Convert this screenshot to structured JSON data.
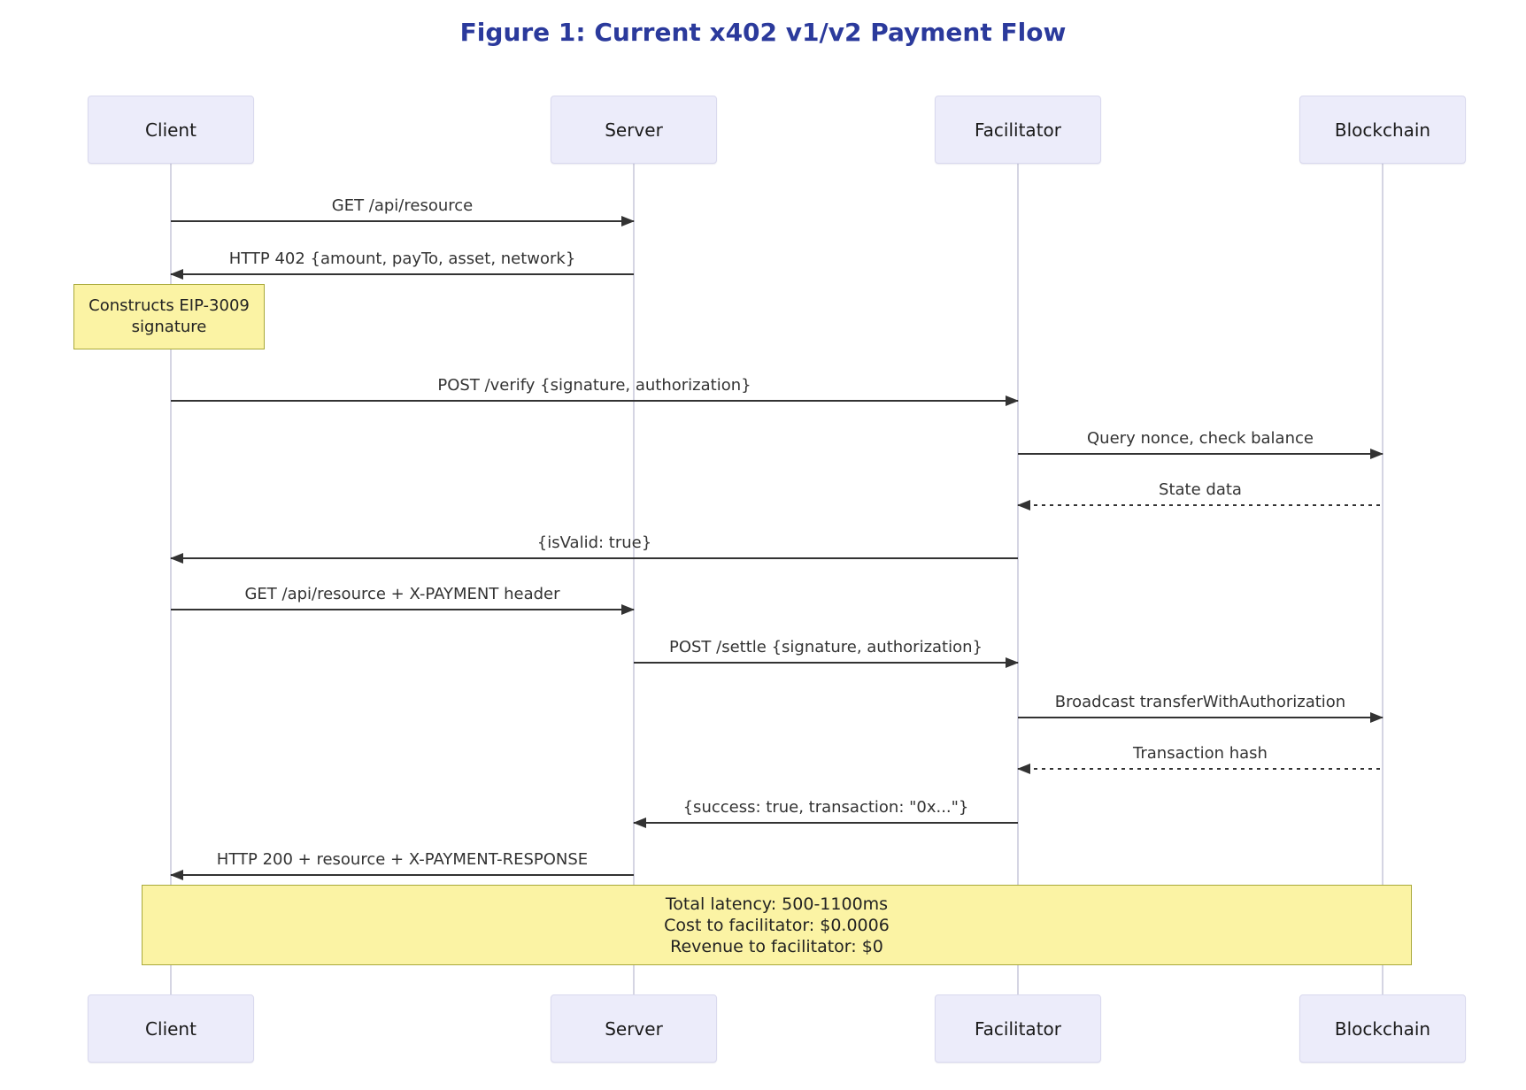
{
  "title": "Figure 1: Current x402 v1/v2 Payment Flow",
  "diagram": {
    "actors": [
      {
        "name": "Client"
      },
      {
        "name": "Server"
      },
      {
        "name": "Facilitator"
      },
      {
        "name": "Blockchain"
      }
    ],
    "messages": [
      {
        "from": "Client",
        "to": "Server",
        "label": "GET /api/resource",
        "line": "solid"
      },
      {
        "from": "Server",
        "to": "Client",
        "label": "HTTP 402 {amount, payTo, asset, network}",
        "line": "solid"
      },
      {
        "from": "Client",
        "to": "Facilitator",
        "label": "POST /verify {signature, authorization}",
        "line": "solid"
      },
      {
        "from": "Facilitator",
        "to": "Blockchain",
        "label": "Query nonce, check balance",
        "line": "solid"
      },
      {
        "from": "Blockchain",
        "to": "Facilitator",
        "label": "State data",
        "line": "dashed"
      },
      {
        "from": "Facilitator",
        "to": "Client",
        "label": "{isValid: true}",
        "line": "solid"
      },
      {
        "from": "Client",
        "to": "Server",
        "label": "GET /api/resource + X-PAYMENT header",
        "line": "solid"
      },
      {
        "from": "Server",
        "to": "Facilitator",
        "label": "POST /settle {signature, authorization}",
        "line": "solid"
      },
      {
        "from": "Facilitator",
        "to": "Blockchain",
        "label": "Broadcast transferWithAuthorization",
        "line": "solid"
      },
      {
        "from": "Blockchain",
        "to": "Facilitator",
        "label": "Transaction hash",
        "line": "dashed"
      },
      {
        "from": "Facilitator",
        "to": "Server",
        "label": "{success: true, transaction: \"0x...\"}",
        "line": "solid"
      },
      {
        "from": "Server",
        "to": "Client",
        "label": "HTTP 200 + resource + X-PAYMENT-RESPONSE",
        "line": "solid"
      }
    ],
    "notes": [
      {
        "over": "Client",
        "text": "Constructs EIP-3009 signature"
      },
      {
        "over": "Client,Blockchain",
        "lines": [
          "Total latency: 500-1100ms",
          "Cost to facilitator: $0.0006",
          "Revenue to facilitator: $0"
        ]
      }
    ],
    "colors": {
      "title": "#2b3a9c",
      "actor_fill": "#ececfa",
      "actor_border": "#d9d9ee",
      "lifeline": "#d5d5e3",
      "note_fill": "#fbf3a4",
      "note_border": "#a9a93a",
      "arrow": "#333333"
    }
  }
}
